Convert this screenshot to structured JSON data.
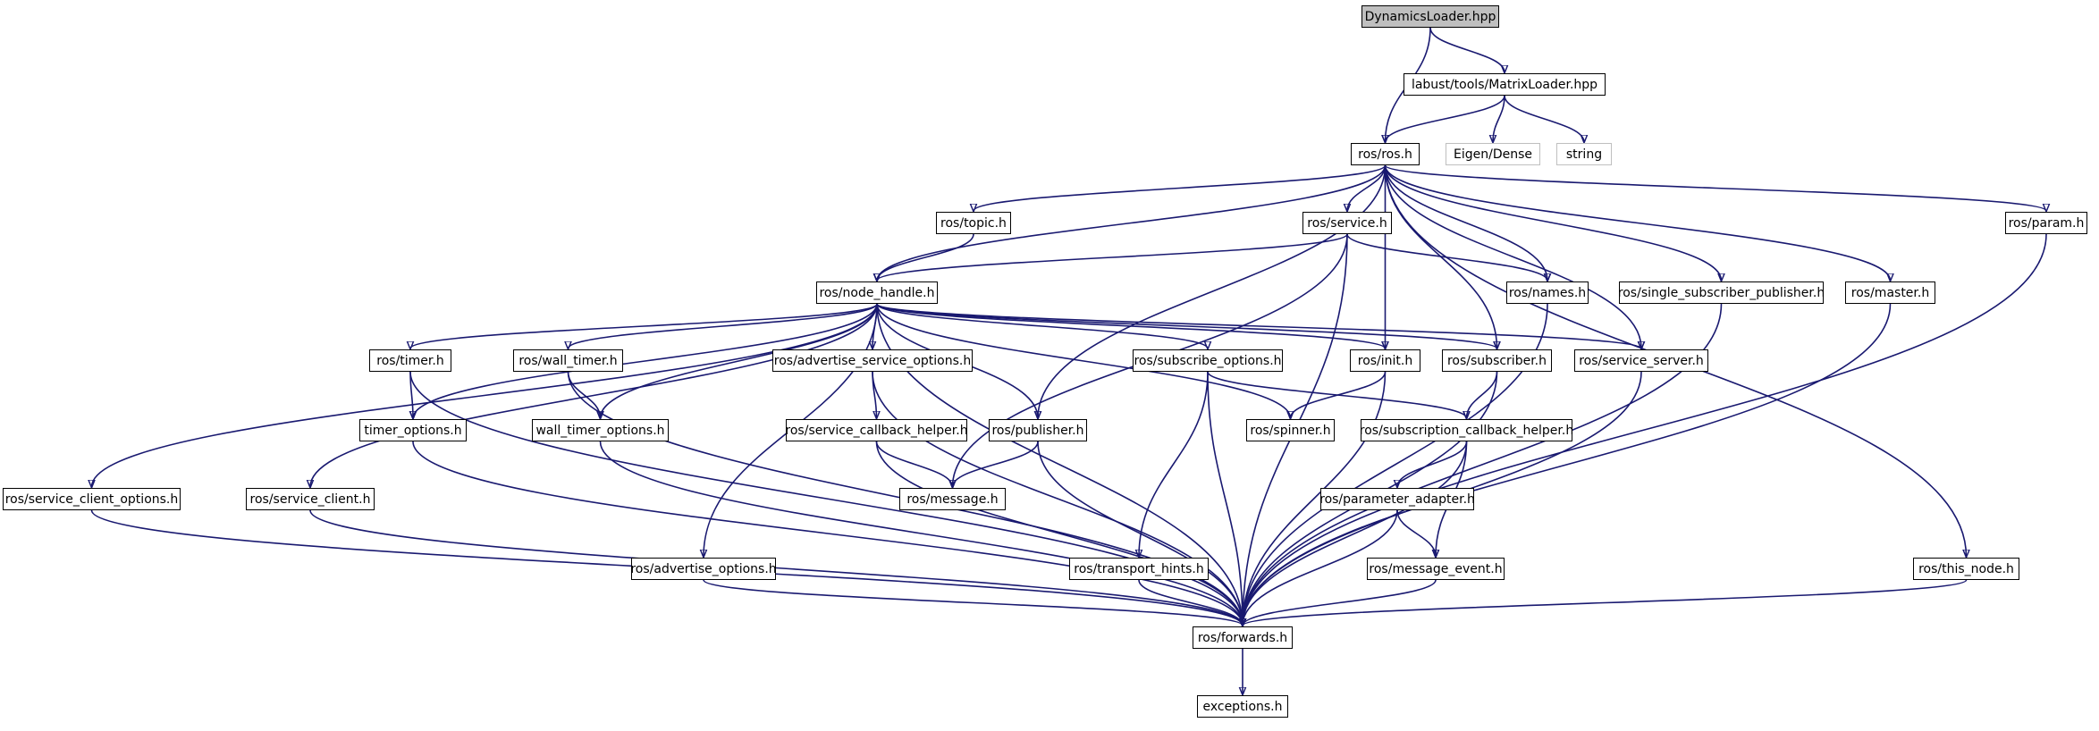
{
  "diagram": {
    "type": "include-dependency-graph",
    "colors": {
      "edge": "#191970",
      "root_fill": "#bfbfbf",
      "node_border": "#000000",
      "external_border": "#bfbfbf"
    },
    "nodes": [
      {
        "id": "dynamics_loader",
        "label": "DynamicsLoader.hpp",
        "kind": "root"
      },
      {
        "id": "matrix_loader",
        "label": "labust/tools/MatrixLoader.hpp",
        "kind": "normal"
      },
      {
        "id": "ros_ros",
        "label": "ros/ros.h",
        "kind": "normal"
      },
      {
        "id": "eigen_dense",
        "label": "Eigen/Dense",
        "kind": "external"
      },
      {
        "id": "string",
        "label": "string",
        "kind": "external"
      },
      {
        "id": "ros_topic",
        "label": "ros/topic.h",
        "kind": "normal"
      },
      {
        "id": "ros_service",
        "label": "ros/service.h",
        "kind": "normal"
      },
      {
        "id": "ros_param",
        "label": "ros/param.h",
        "kind": "normal"
      },
      {
        "id": "ros_node_handle",
        "label": "ros/node_handle.h",
        "kind": "normal"
      },
      {
        "id": "ros_names",
        "label": "ros/names.h",
        "kind": "normal"
      },
      {
        "id": "ros_single_sub_pub",
        "label": "ros/single_subscriber_publisher.h",
        "kind": "normal"
      },
      {
        "id": "ros_master",
        "label": "ros/master.h",
        "kind": "normal"
      },
      {
        "id": "ros_timer",
        "label": "ros/timer.h",
        "kind": "normal"
      },
      {
        "id": "ros_wall_timer",
        "label": "ros/wall_timer.h",
        "kind": "normal"
      },
      {
        "id": "ros_adv_srv_opts",
        "label": "ros/advertise_service_options.h",
        "kind": "normal"
      },
      {
        "id": "ros_subscribe_opts",
        "label": "ros/subscribe_options.h",
        "kind": "normal"
      },
      {
        "id": "ros_init",
        "label": "ros/init.h",
        "kind": "normal"
      },
      {
        "id": "ros_subscriber",
        "label": "ros/subscriber.h",
        "kind": "normal"
      },
      {
        "id": "ros_service_server",
        "label": "ros/service_server.h",
        "kind": "normal"
      },
      {
        "id": "timer_options",
        "label": "timer_options.h",
        "kind": "normal"
      },
      {
        "id": "wall_timer_options",
        "label": "wall_timer_options.h",
        "kind": "normal"
      },
      {
        "id": "ros_srv_cb_helper",
        "label": "ros/service_callback_helper.h",
        "kind": "normal"
      },
      {
        "id": "ros_publisher",
        "label": "ros/publisher.h",
        "kind": "normal"
      },
      {
        "id": "ros_spinner",
        "label": "ros/spinner.h",
        "kind": "normal"
      },
      {
        "id": "ros_subscription_cb_helper",
        "label": "ros/subscription_callback_helper.h",
        "kind": "normal"
      },
      {
        "id": "ros_srv_client_opts",
        "label": "ros/service_client_options.h",
        "kind": "normal"
      },
      {
        "id": "ros_service_client",
        "label": "ros/service_client.h",
        "kind": "normal"
      },
      {
        "id": "ros_message",
        "label": "ros/message.h",
        "kind": "normal"
      },
      {
        "id": "ros_parameter_adapter",
        "label": "ros/parameter_adapter.h",
        "kind": "normal"
      },
      {
        "id": "ros_advertise_opts",
        "label": "ros/advertise_options.h",
        "kind": "normal"
      },
      {
        "id": "ros_transport_hints",
        "label": "ros/transport_hints.h",
        "kind": "normal"
      },
      {
        "id": "ros_message_event",
        "label": "ros/message_event.h",
        "kind": "normal"
      },
      {
        "id": "ros_this_node",
        "label": "ros/this_node.h",
        "kind": "normal"
      },
      {
        "id": "ros_forwards",
        "label": "ros/forwards.h",
        "kind": "normal"
      },
      {
        "id": "exceptions",
        "label": "exceptions.h",
        "kind": "normal"
      }
    ],
    "edges": [
      [
        "dynamics_loader",
        "matrix_loader"
      ],
      [
        "dynamics_loader",
        "ros_ros"
      ],
      [
        "matrix_loader",
        "ros_ros"
      ],
      [
        "matrix_loader",
        "eigen_dense"
      ],
      [
        "matrix_loader",
        "string"
      ],
      [
        "ros_ros",
        "ros_topic"
      ],
      [
        "ros_ros",
        "ros_service"
      ],
      [
        "ros_ros",
        "ros_param"
      ],
      [
        "ros_ros",
        "ros_node_handle"
      ],
      [
        "ros_ros",
        "ros_names"
      ],
      [
        "ros_ros",
        "ros_single_sub_pub"
      ],
      [
        "ros_ros",
        "ros_master"
      ],
      [
        "ros_ros",
        "ros_init"
      ],
      [
        "ros_ros",
        "ros_subscriber"
      ],
      [
        "ros_ros",
        "ros_service_server"
      ],
      [
        "ros_ros",
        "ros_publisher"
      ],
      [
        "ros_ros",
        "ros_this_node"
      ],
      [
        "ros_topic",
        "ros_node_handle"
      ],
      [
        "ros_service",
        "ros_node_handle"
      ],
      [
        "ros_service",
        "ros_names"
      ],
      [
        "ros_service",
        "ros_message"
      ],
      [
        "ros_service",
        "ros_forwards"
      ],
      [
        "ros_param",
        "ros_forwards"
      ],
      [
        "ros_names",
        "ros_forwards"
      ],
      [
        "ros_single_sub_pub",
        "ros_forwards"
      ],
      [
        "ros_master",
        "ros_forwards"
      ],
      [
        "ros_node_handle",
        "ros_timer"
      ],
      [
        "ros_node_handle",
        "ros_wall_timer"
      ],
      [
        "ros_node_handle",
        "ros_adv_srv_opts"
      ],
      [
        "ros_node_handle",
        "ros_subscribe_opts"
      ],
      [
        "ros_node_handle",
        "ros_init"
      ],
      [
        "ros_node_handle",
        "ros_subscriber"
      ],
      [
        "ros_node_handle",
        "ros_service_server"
      ],
      [
        "ros_node_handle",
        "timer_options"
      ],
      [
        "ros_node_handle",
        "wall_timer_options"
      ],
      [
        "ros_node_handle",
        "ros_publisher"
      ],
      [
        "ros_node_handle",
        "ros_spinner"
      ],
      [
        "ros_node_handle",
        "ros_srv_client_opts"
      ],
      [
        "ros_node_handle",
        "ros_service_client"
      ],
      [
        "ros_node_handle",
        "ros_advertise_opts"
      ],
      [
        "ros_node_handle",
        "ros_forwards"
      ],
      [
        "ros_timer",
        "timer_options"
      ],
      [
        "ros_timer",
        "ros_forwards"
      ],
      [
        "ros_wall_timer",
        "wall_timer_options"
      ],
      [
        "ros_wall_timer",
        "ros_forwards"
      ],
      [
        "timer_options",
        "ros_forwards"
      ],
      [
        "wall_timer_options",
        "ros_forwards"
      ],
      [
        "ros_adv_srv_opts",
        "ros_srv_cb_helper"
      ],
      [
        "ros_adv_srv_opts",
        "ros_forwards"
      ],
      [
        "ros_srv_cb_helper",
        "ros_message"
      ],
      [
        "ros_srv_cb_helper",
        "ros_forwards"
      ],
      [
        "ros_publisher",
        "ros_message"
      ],
      [
        "ros_publisher",
        "ros_forwards"
      ],
      [
        "ros_subscribe_opts",
        "ros_subscription_cb_helper"
      ],
      [
        "ros_subscribe_opts",
        "ros_transport_hints"
      ],
      [
        "ros_subscribe_opts",
        "ros_forwards"
      ],
      [
        "ros_init",
        "ros_spinner"
      ],
      [
        "ros_init",
        "ros_forwards"
      ],
      [
        "ros_subscriber",
        "ros_subscription_cb_helper"
      ],
      [
        "ros_subscriber",
        "ros_forwards"
      ],
      [
        "ros_service_server",
        "ros_forwards"
      ],
      [
        "ros_subscription_cb_helper",
        "ros_parameter_adapter"
      ],
      [
        "ros_subscription_cb_helper",
        "ros_message_event"
      ],
      [
        "ros_subscription_cb_helper",
        "ros_forwards"
      ],
      [
        "ros_parameter_adapter",
        "ros_message_event"
      ],
      [
        "ros_parameter_adapter",
        "ros_forwards"
      ],
      [
        "ros_message_event",
        "ros_forwards"
      ],
      [
        "ros_transport_hints",
        "ros_forwards"
      ],
      [
        "ros_srv_client_opts",
        "ros_forwards"
      ],
      [
        "ros_service_client",
        "ros_forwards"
      ],
      [
        "ros_advertise_opts",
        "ros_forwards"
      ],
      [
        "ros_this_node",
        "ros_forwards"
      ],
      [
        "ros_forwards",
        "exceptions"
      ]
    ]
  }
}
